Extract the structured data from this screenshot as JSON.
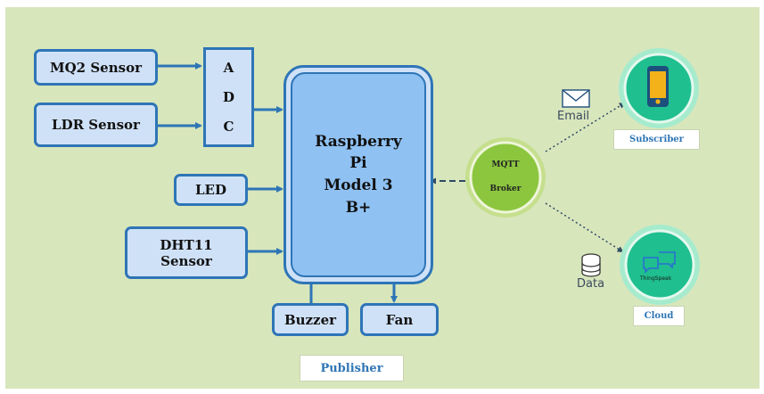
{
  "blocks": {
    "mq2": "MQ2 Sensor",
    "ldr": "LDR Sensor",
    "adc_letters": [
      "A",
      "D",
      "C"
    ],
    "led": "LED",
    "dht11_line1": "DHT11",
    "dht11_line2": "Sensor",
    "rpi_lines": [
      "Raspberry",
      "Pi",
      "Model 3",
      "B+"
    ],
    "buzzer": "Buzzer",
    "fan": "Fan"
  },
  "broker": {
    "line1": "MQTT",
    "line2": "Broker"
  },
  "links": {
    "email": "Email",
    "data": "Data"
  },
  "nodes": {
    "subscriber": "Subscriber",
    "cloud": "Cloud",
    "thingspeak_logo": "ThingSpeak"
  },
  "publisher": "Publisher",
  "icons": {
    "email": "envelope-icon",
    "data": "database-icon",
    "subscriber": "smartphone-icon",
    "cloud": "chat-bubbles-icon"
  },
  "colors": {
    "background": "#d8e6bc",
    "block_fill": "#cfe1f7",
    "block_border": "#2e75b6",
    "rpi_fill": "#8fc1f2",
    "broker_fill": "#8cc63f",
    "node_fill": "#1fbf8f",
    "label_blue": "#2e75b6"
  }
}
